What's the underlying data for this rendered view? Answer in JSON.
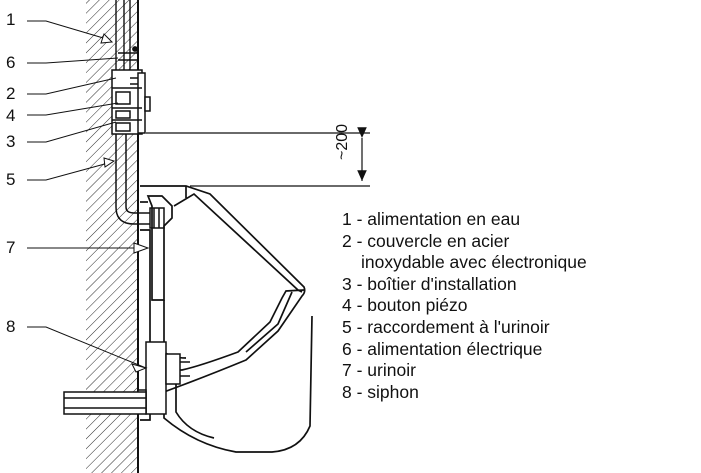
{
  "callouts": [
    "1",
    "6",
    "2",
    "4",
    "3",
    "5",
    "7",
    "8"
  ],
  "dimension": "~200",
  "legend": [
    {
      "num": "1",
      "sep": " - ",
      "text": "alimentation en eau"
    },
    {
      "num": "2",
      "sep": " - ",
      "text": "couvercle en acier"
    },
    {
      "num": "",
      "sep": "",
      "text": "inoxydable avec électronique"
    },
    {
      "num": "3",
      "sep": " - ",
      "text": "boîtier d'installation"
    },
    {
      "num": "4",
      "sep": " - ",
      "text": "bouton piézo"
    },
    {
      "num": "5",
      "sep": " - ",
      "text": "raccordement à l'urinoir"
    },
    {
      "num": "6",
      "sep": " - ",
      "text": "alimentation électrique"
    },
    {
      "num": "7",
      "sep": " - ",
      "text": "urinoir"
    },
    {
      "num": "8",
      "sep": " - ",
      "text": "siphon"
    }
  ]
}
